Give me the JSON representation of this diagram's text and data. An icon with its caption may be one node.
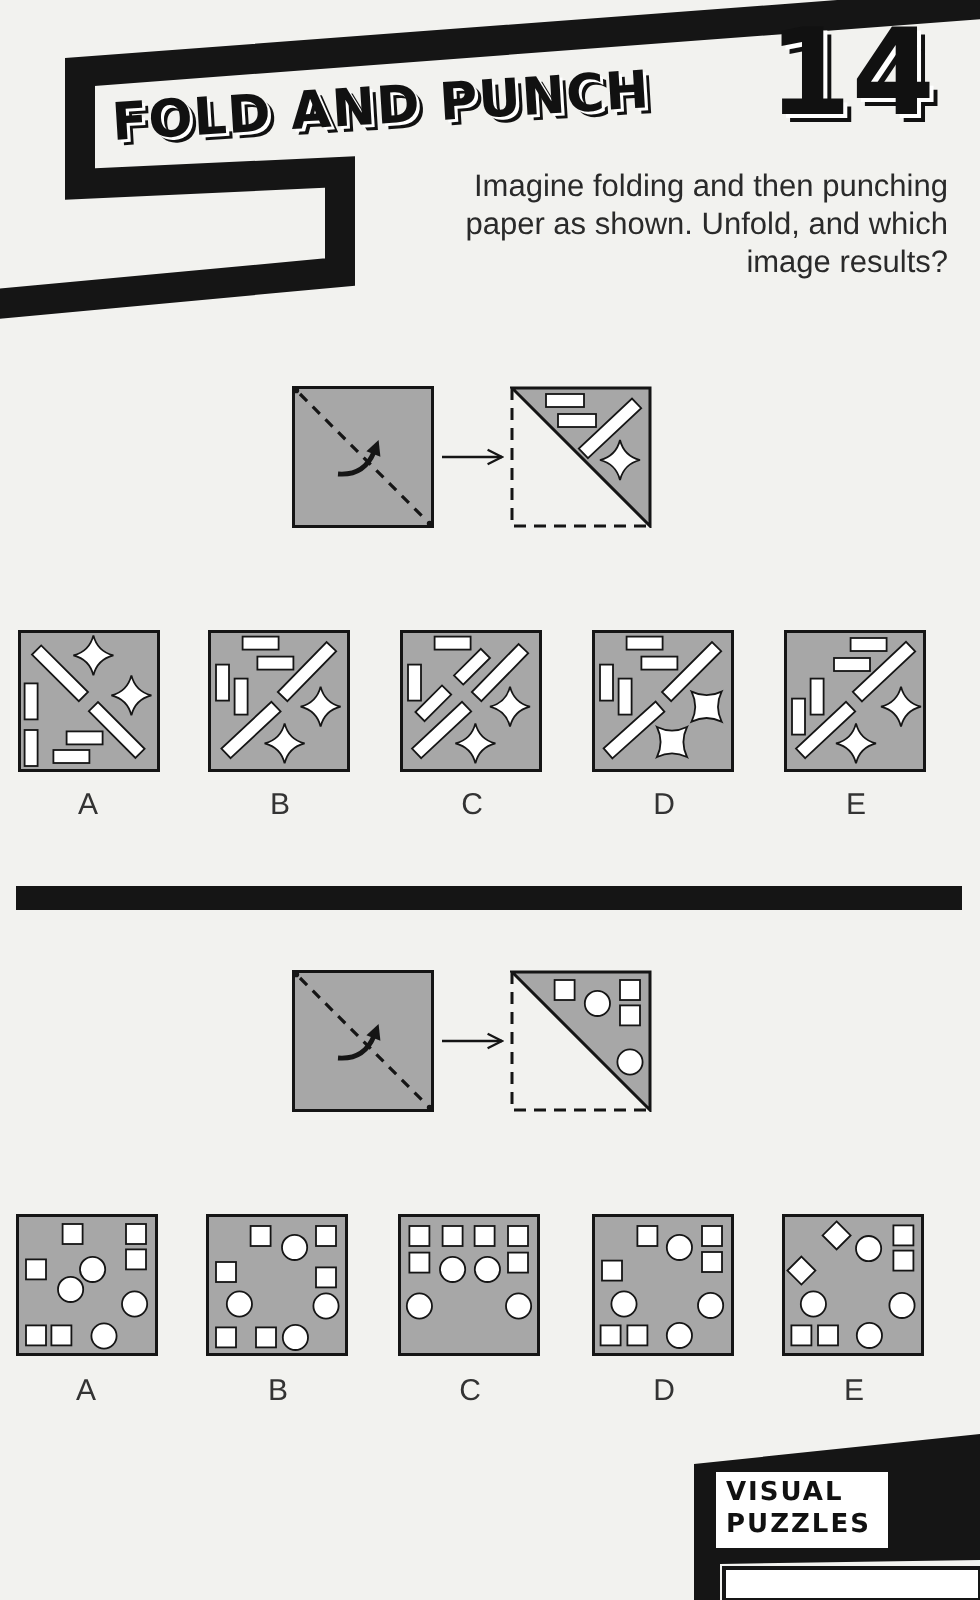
{
  "diagram": {
    "title": "FOLD AND PUNCH",
    "nodes": [
      {
        "text": [],
        "shape": "picture"
      },
      {
        "text": [],
        "shape": "picture"
      },
      {
        "text": [],
        "shape": "picture"
      },
      {
        "text": [],
        "shape": "picture"
      }
    ],
    "edges": [
      {
        "from": 0,
        "to": 1,
        "arrow": "to"
      },
      {
        "from": 2,
        "to": 3,
        "arrow": "to"
      }
    ],
    "labels": [
      "14",
      "Imagine folding and then punching paper as shown. Unfold, and which image results?",
      "A",
      "B",
      "C",
      "D",
      "E",
      "A",
      "B",
      "C",
      "D",
      "E",
      "VISUAL PUZZLES"
    ]
  }
}
